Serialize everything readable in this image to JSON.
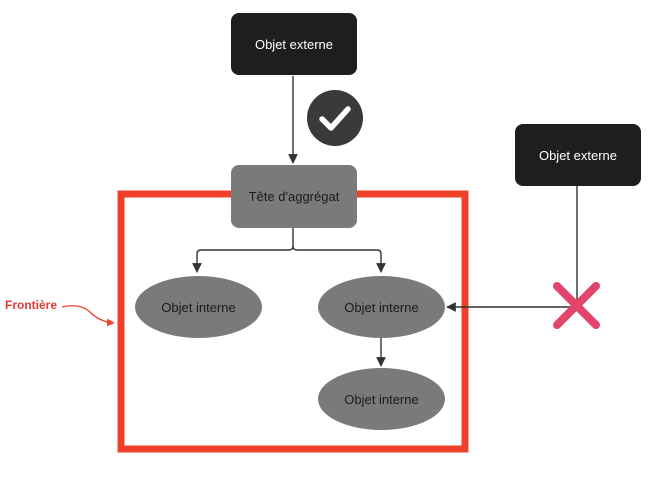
{
  "diagram": {
    "external_object_top": "Objet externe",
    "external_object_right": "Objet externe",
    "aggregate_root": "Tête d'aggrégat",
    "internal_object_left": "Objet interne",
    "internal_object_right": "Objet interne",
    "internal_object_bottom": "Objet interne",
    "boundary_label": "Frontière",
    "allowed_icon": "checkmark-icon",
    "forbidden_icon": "cross-icon"
  },
  "colors": {
    "dark_box": "#1e1e1e",
    "gray_shape": "#7a7a7a",
    "boundary": "#f0402a",
    "check_circle": "#3a3a3a",
    "cross": "#e2456b",
    "arrow": "#333333",
    "label_red": "#e53935"
  }
}
